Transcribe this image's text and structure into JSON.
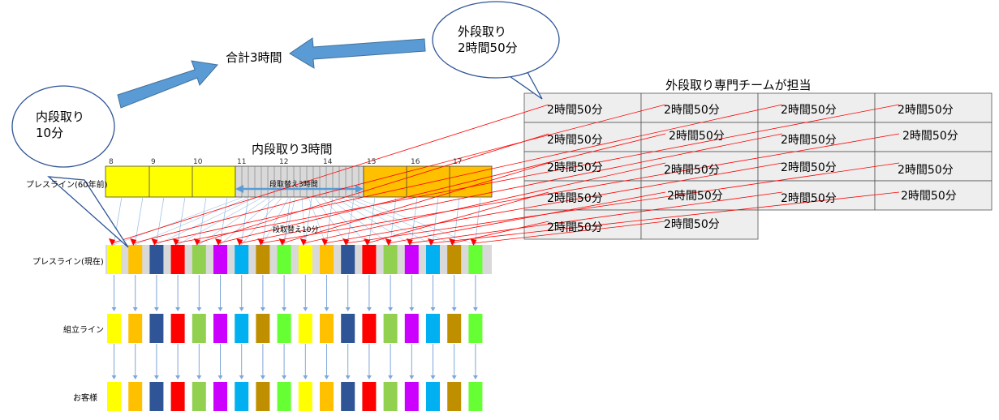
{
  "top": {
    "total_label": "合計3時間"
  },
  "bubbles": {
    "internal": "内段取り\n10分",
    "external": "外段取り\n2時間50分"
  },
  "timeline": {
    "title": "内段取り3時間",
    "row_label_old": "プレスライン(60年前)",
    "hours": [
      "8",
      "9",
      "10",
      "11",
      "12",
      "14",
      "15",
      "16",
      "17"
    ],
    "changeover_label": "段取替え3時間",
    "changeover_small_label": "段取替え10分"
  },
  "rows": {
    "press_now": "プレスライン(現在)",
    "assembly": "組立ライン",
    "customer": "お客様"
  },
  "team": {
    "title": "外段取り専門チームが担当",
    "cells": [
      [
        "2時間50分",
        "2時間50分",
        "2時間50分",
        "2時間50分"
      ],
      [
        "2時間50分",
        "2時間50分",
        "2時間50分",
        "2時間50分"
      ],
      [
        "2時間50分",
        "2時間50分",
        "2時間50分",
        "2時間50分"
      ],
      [
        "2時間50分",
        "2時間50分",
        "2時間50分",
        "2時間50分"
      ],
      [
        "2時間50分",
        "2時間50分"
      ]
    ]
  },
  "colors": {
    "block_sequence": [
      "#ffff00",
      "#ffc000",
      "#2f5597",
      "#ff0000",
      "#92d050",
      "#cc00ff",
      "#00b0f0",
      "#bf8f00",
      "#66ff33",
      "#ffff00",
      "#ffc000",
      "#2f5597",
      "#ff0000",
      "#92d050",
      "#cc00ff",
      "#00b0f0",
      "#bf8f00",
      "#66ff33"
    ],
    "old_yellow": "#ffff00",
    "old_orange": "#ffc000",
    "changeover_gray": "#d9d9d9",
    "arrow_blue": "#5b9bd5",
    "line_red": "#ff0000",
    "cell_bg": "#eeeeee"
  }
}
